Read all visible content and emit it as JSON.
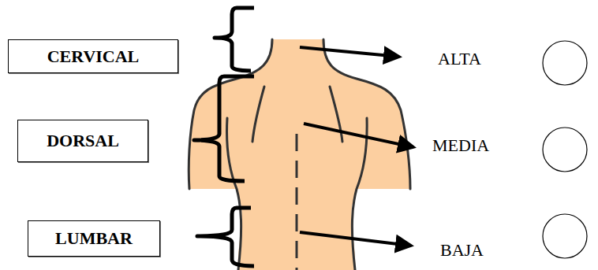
{
  "diagram": {
    "nodes": [
      {
        "text": [
          "CERVICAL"
        ]
      },
      {
        "text": [
          "DORSAL"
        ]
      },
      {
        "text": [
          "LUMBAR"
        ]
      }
    ],
    "labels": [
      "ALTA",
      "MEDIA",
      "BAJA"
    ]
  }
}
